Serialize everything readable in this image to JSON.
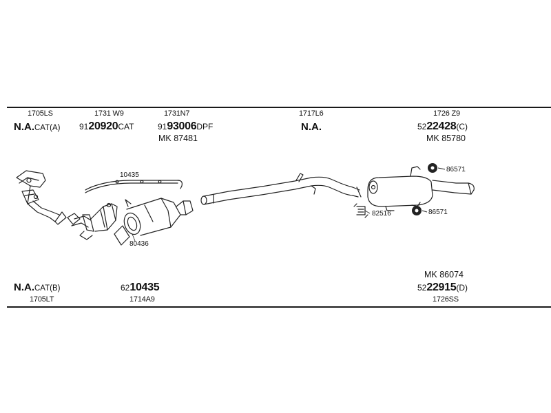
{
  "top_row": {
    "col1": {
      "code": "1705LS",
      "na": "N.A.",
      "na_suffix": "CAT(A)"
    },
    "col2": {
      "code": "1731 W9",
      "prefix": "91",
      "number": "20920",
      "suffix": "CAT"
    },
    "col3": {
      "code": "1731N7",
      "prefix": "91",
      "number": "93006",
      "suffix": "DPF",
      "mk": "MK 87481"
    },
    "col4": {
      "code": "1717L6",
      "na": "N.A."
    },
    "col5": {
      "code": "1726 Z9",
      "prefix": "52",
      "number": "22428",
      "suffix": "(C)",
      "mk": "MK 85780"
    }
  },
  "bottom_row": {
    "col1": {
      "na": "N.A.",
      "na_suffix": "CAT(B)",
      "code": "1705LT"
    },
    "col2": {
      "prefix": "62",
      "number": "10435",
      "code": "1714A9"
    },
    "col5": {
      "mk": "MK 86074",
      "prefix": "52",
      "number": "22915",
      "suffix": "(D)",
      "code": "1726SS"
    }
  },
  "callouts": {
    "sensor_pipe": "10435",
    "gasket": "80436",
    "clamp": "82516",
    "rubber_mount_top": "86571",
    "rubber_mount_bottom": "86571"
  }
}
